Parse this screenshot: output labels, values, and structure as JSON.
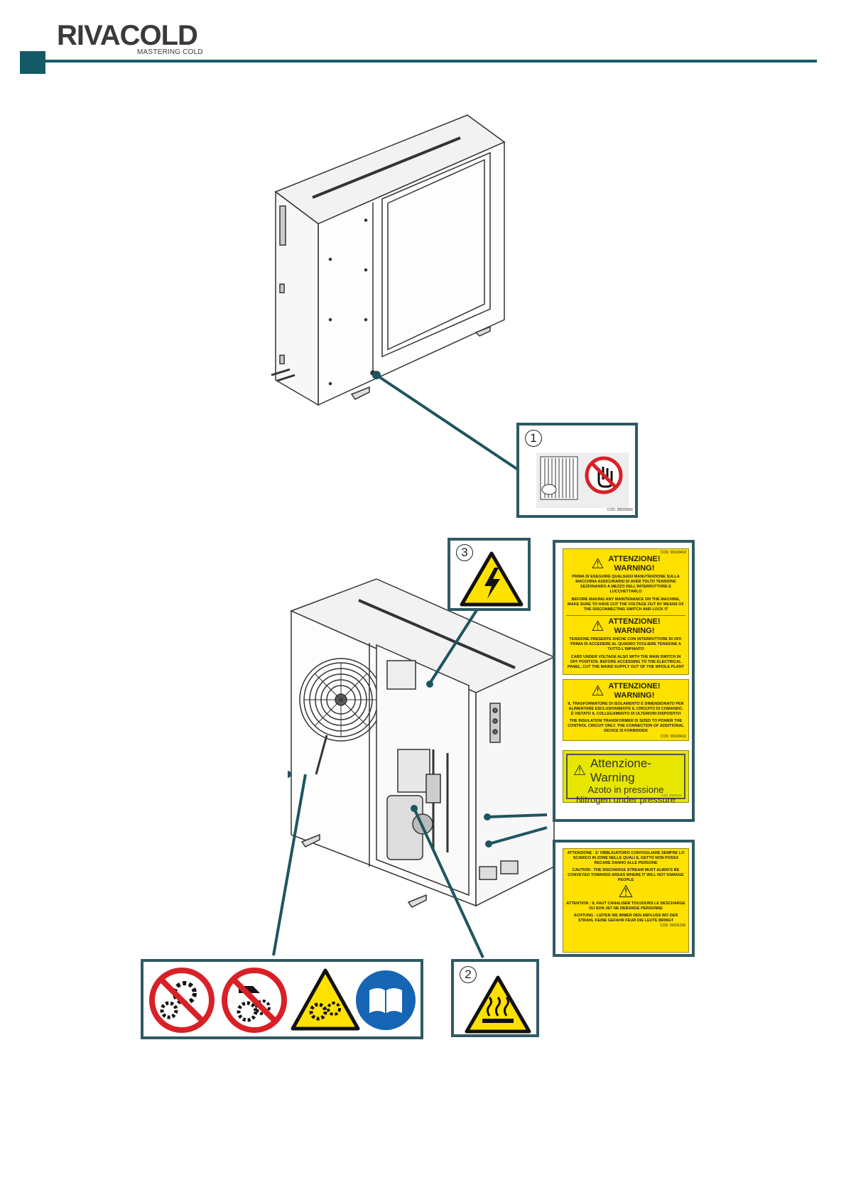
{
  "header": {
    "logo_main": "RIVACOLD",
    "logo_tagline": "MASTERING COLD"
  },
  "callouts": {
    "c1": {
      "number": "1",
      "code": "COD. 99000066"
    },
    "c2": {
      "number": "2"
    },
    "c3": {
      "number": "3"
    }
  },
  "warning_labels": {
    "panel_a": {
      "code_top": "COD. 99100418",
      "title_1": "ATTENZIONE!",
      "title_2": "WARNING!",
      "text_it": "PRIMA DI ESEGUIRE QUALSIASI MANUTENZIONE SULLA MACCHINA ASSICURARSI DI AVER TOLTO TENSIONE SEZIONANDO A MEZZO DELL'INTERRUTTORE E LUCCHETTARLO",
      "text_en": "BEFORE MAKING ANY MAINTENANCE ON THE MACHINE, MAKE SURE TO HAVE CUT THE VOLTAGE OUT BY MEANS OF THE DISCONNECTING SWITCH AND LOCK IT",
      "title_3": "ATTENZIONE!",
      "title_4": "WARNING!",
      "text_it_2": "TENSIONE PRESENTE ANCHE CON INTERRUTTORE IN OFF. PRIMA DI ACCEDERE AL QUADRO TOGLIERE TENSIONE A TUTTO L'IMPIANTO",
      "text_en_2": "CARD UNDER VOLTAGE ALSO WITH THE MAIN SWITCH IN OFF POSITION. BEFORE ACCESSING TO THE ELECTRICAL PANEL, CUT THE MAINS SUPPLY OUT OF THE WHOLE PLANT"
    },
    "panel_b": {
      "title_1": "ATTENZIONE!",
      "title_2": "WARNING!",
      "text_it": "IL TRASFORMATORE DI ISOLAMENTO È DIMENSIONATO PER ALIMENTARE ESCLUSIVAMENTE IL CIRCUITO DI COMANDO. È VIETATO IL COLLEGAMENTO DI ULTERIORI DISPOSITIVI",
      "text_en": "THE INSULATION TRANSFORMER IS SIZED TO POWER THE CONTROL CIRCUIT ONLY. THE CONNECTION OF ADDITIONAL DEVICE IS FORBIDDEN",
      "code": "COD. 99100416"
    },
    "panel_c": {
      "title": "Attenzione-Warning",
      "line_1": "Azoto in pressione",
      "line_2": "Nitrogen under pressure",
      "code": "COD. 99000000"
    },
    "panel_d": {
      "text_it": "ATTENZIONE : E' OBBLIGATORIO CONVOGLIARE SEMPRE LO SCARICO IN ZONE NELLE QUALI IL GETTO NON POSSA RECARE DANNO ALLE PERSONE",
      "text_en": "CAUTION : THE DISCHARGE STREAM MUST ALWAYS BE CONVEYED TOWARDS AREAS WHERE IT WILL NOT DAMAGE PEOPLE",
      "text_fr": "ATTENTION : IL FAUT CANALISER TOUJOURS LE DESCHARGE OU SON JET NE DERANGE PERSONNE",
      "text_de": "ACHTUNG : LEITEN SIE IMMER DEN ABFLUSS WO DER STRAHL KEINE GEFAHR FEUR DIE LEUTE BRINGT",
      "code": "COD. 99101158"
    }
  },
  "colors": {
    "brand_teal": "#145a66",
    "box_border": "#2f5a63",
    "warning_yellow": "#ffe100",
    "prohibition_red": "#d92027",
    "mandatory_blue": "#1565b4"
  }
}
